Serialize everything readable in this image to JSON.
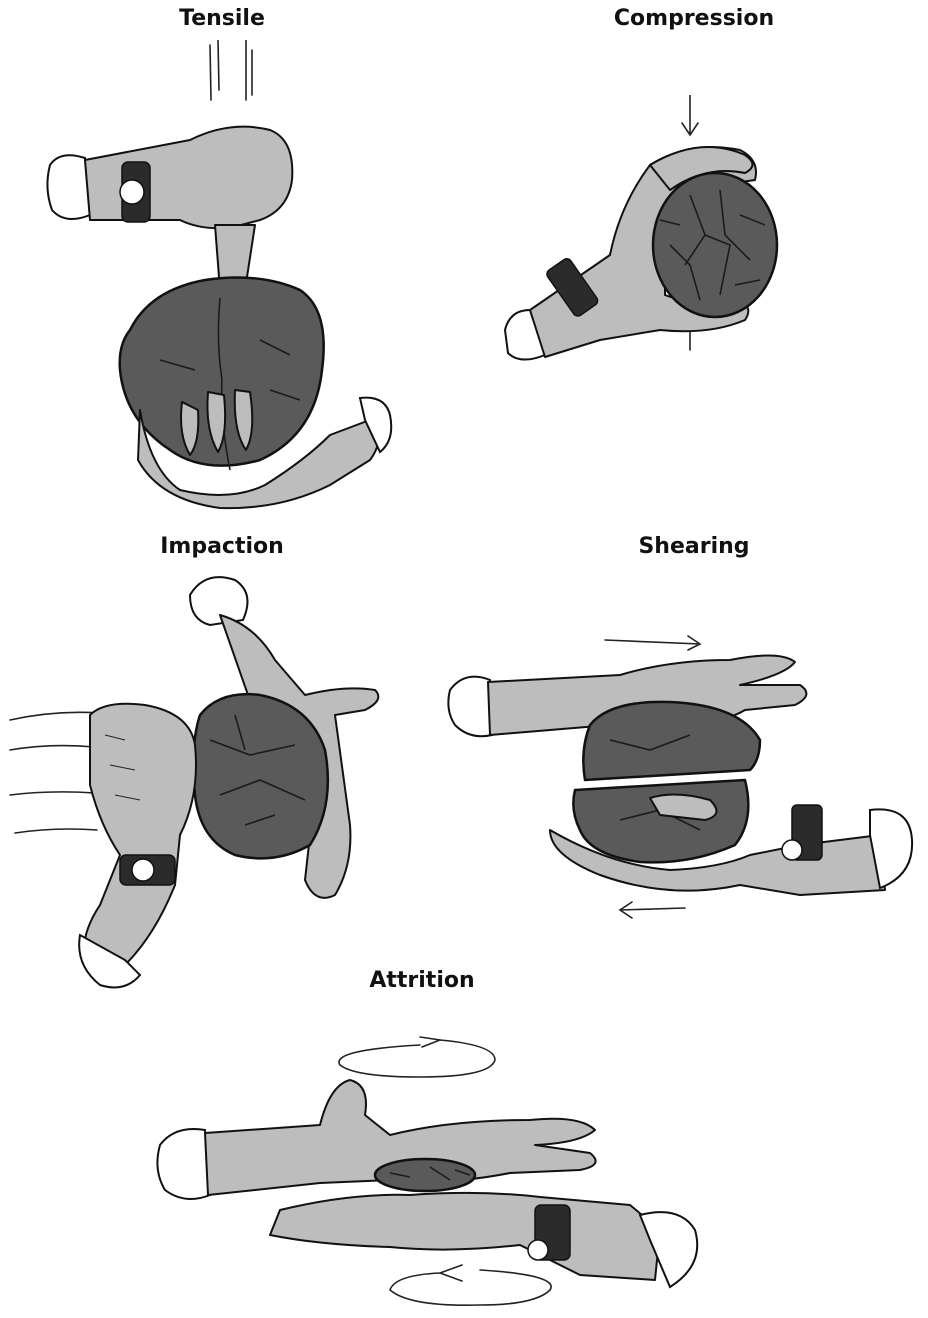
{
  "panels": {
    "tensile": {
      "title": "Tensile",
      "icon": "hands-pulling-soil-clod-icon"
    },
    "compression": {
      "title": "Compression",
      "icon": "hand-squeezing-soil-clod-icon"
    },
    "impaction": {
      "title": "Impaction",
      "icon": "fist-striking-soil-clod-icon"
    },
    "shearing": {
      "title": "Shearing",
      "icon": "hands-sliding-soil-clod-icon"
    },
    "attrition": {
      "title": "Attrition",
      "icon": "hands-rubbing-soil-crumbs-icon"
    }
  },
  "colors": {
    "skin": "#bdbdbd",
    "soil": "#5a5a5a",
    "line": "#111111",
    "background": "#ffffff"
  }
}
